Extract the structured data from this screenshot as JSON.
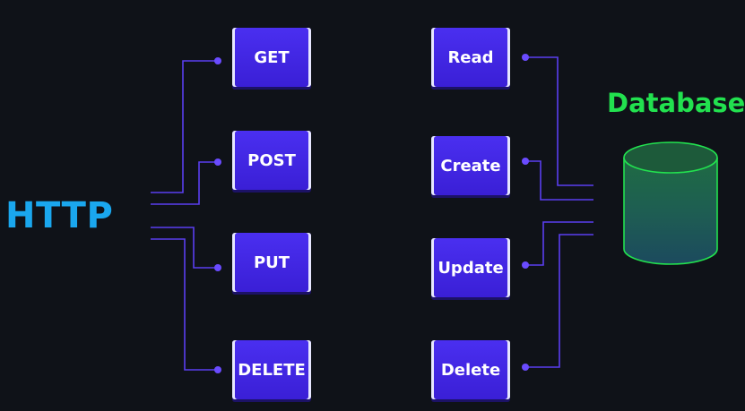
{
  "http_label": "HTTP",
  "database_label": "Database",
  "methods": [
    "GET",
    "POST",
    "PUT",
    "DELETE"
  ],
  "operations": [
    "Read",
    "Create",
    "Update",
    "Delete"
  ],
  "colors": {
    "background": "#0f1218",
    "http": "#1aa7ee",
    "database": "#22e14f",
    "box": "#3a1fd6",
    "connector": "#5a3ef0"
  }
}
